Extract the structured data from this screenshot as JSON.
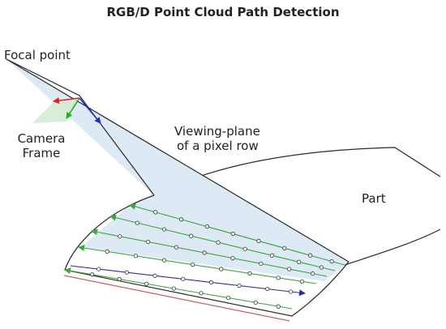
{
  "title": "RGB/D Point Cloud Path Detection",
  "labels": {
    "focal_point": "Focal point",
    "camera_line1": "Camera",
    "camera_line2": "Frame",
    "viewing_line1": "Viewing-plane",
    "viewing_line2": "of a pixel row",
    "part": "Part"
  },
  "colors": {
    "outline": "#2a2a2a",
    "viewing_plane_fill": "#dde9f5",
    "camera_fill": "#d4ecd4",
    "path_green": "#3aa83a",
    "path_blue": "#2a2aa8",
    "axis_red": "#e02020",
    "axis_green": "#20b020",
    "axis_blue": "#2030c8",
    "edge_red": "#c46060"
  },
  "paths": [
    {
      "name": "path-row-1",
      "color_key": "path_green"
    },
    {
      "name": "path-row-2",
      "color_key": "path_green"
    },
    {
      "name": "path-row-3",
      "color_key": "path_green"
    },
    {
      "name": "path-row-4",
      "color_key": "path_green"
    },
    {
      "name": "path-row-5",
      "color_key": "path_blue"
    },
    {
      "name": "path-row-6",
      "color_key": "path_green"
    }
  ]
}
